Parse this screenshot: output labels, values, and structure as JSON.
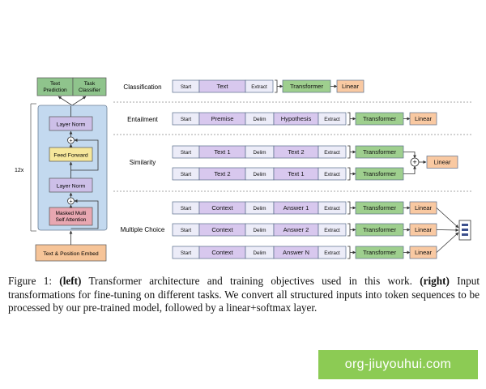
{
  "figure": {
    "left_panel": {
      "repeat_label": "12x",
      "outputs": [
        "Text\nPrediction",
        "Task\nClassifier"
      ],
      "blocks": {
        "layer_norm_top": "Layer Norm",
        "feed_forward": "Feed Forward",
        "layer_norm_bottom": "Layer Norm",
        "attention": "Masked Multi\nSelf Attention"
      },
      "embed": "Text & Position Embed"
    },
    "tasks": [
      {
        "label": "Classification",
        "rows": [
          {
            "tokens": [
              "Start",
              "Text",
              "Extract"
            ],
            "transformer": "Transformer",
            "linear": "Linear"
          }
        ]
      },
      {
        "label": "Entailment",
        "rows": [
          {
            "tokens": [
              "Start",
              "Premise",
              "Delim",
              "Hypothesis",
              "Extract"
            ],
            "transformer": "Transformer",
            "linear": "Linear"
          }
        ]
      },
      {
        "label": "Similarity",
        "rows": [
          {
            "tokens": [
              "Start",
              "Text 1",
              "Delim",
              "Text 2",
              "Extract"
            ],
            "transformer": "Transformer"
          },
          {
            "tokens": [
              "Start",
              "Text 2",
              "Delim",
              "Text 1",
              "Extract"
            ],
            "transformer": "Transformer"
          }
        ],
        "linear": "Linear"
      },
      {
        "label": "Multiple Choice",
        "rows": [
          {
            "tokens": [
              "Start",
              "Context",
              "Delim",
              "Answer 1",
              "Extract"
            ],
            "transformer": "Transformer",
            "linear": "Linear"
          },
          {
            "tokens": [
              "Start",
              "Context",
              "Delim",
              "Answer 2",
              "Extract"
            ],
            "transformer": "Transformer",
            "linear": "Linear"
          },
          {
            "tokens": [
              "Start",
              "Context",
              "Delim",
              "Answer N",
              "Extract"
            ],
            "transformer": "Transformer",
            "linear": "Linear"
          }
        ]
      }
    ],
    "colors": {
      "output": "#8fc48c",
      "block_bg": "#c3d9ef",
      "layer_norm": "#cdbfe8",
      "feed_forward": "#f6e79b",
      "attention": "#e8a7b1",
      "embed": "#f6c498",
      "token_light": "#ececf8",
      "token_dark": "#d8c8ee",
      "transformer": "#9ecf8e",
      "linear": "#f9c9a2"
    }
  },
  "caption": {
    "prefix": "Figure 1: ",
    "left_bold": "(left)",
    "left_text": " Transformer architecture and training objectives used in this work. ",
    "right_bold": "(right)",
    "right_text": " Input transformations for fine-tuning on different tasks. We convert all structured inputs into token sequences to be processed by our pre-trained model, followed by a linear+softmax layer."
  },
  "watermark": "org-jiuyouhui.com"
}
